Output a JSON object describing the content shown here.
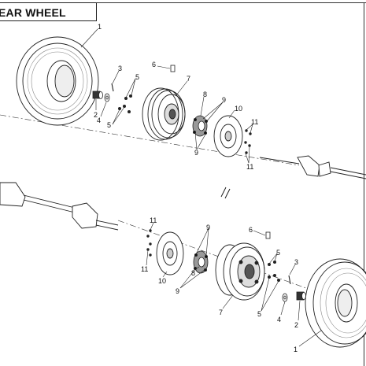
{
  "title": "EAR WHEEL",
  "callouts": {
    "upper": {
      "tire": "1",
      "nut": "2",
      "pin": "3",
      "washer": "4",
      "bolts_top": "5",
      "bolts_bottom": "5",
      "valve": "6",
      "rim": "7",
      "hub": "8",
      "studs_top": "9",
      "studs_bottom": "9",
      "disc": "10",
      "screws_top": "11",
      "screws_bottom": "11"
    },
    "lower": {
      "tire": "1",
      "nut": "2",
      "pin": "3",
      "washer": "4",
      "bolts_top": "5",
      "bolts_bottom": "5",
      "valve": "6",
      "rim": "7",
      "hub": "8",
      "studs_top": "9",
      "studs_bottom": "9",
      "disc": "10",
      "screws_top": "11",
      "screws_bottom": "11"
    }
  },
  "colors": {
    "line": "#222222",
    "tread": "#555555",
    "background": "#ffffff"
  }
}
